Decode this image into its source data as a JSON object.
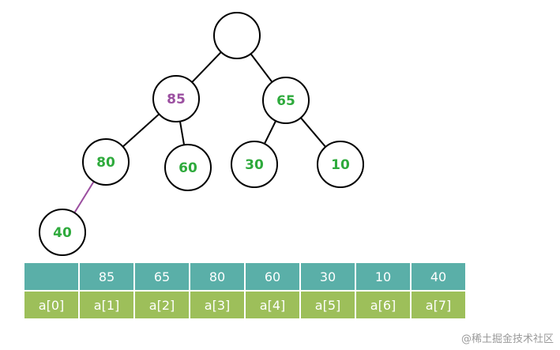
{
  "tree": {
    "edge_color": "#000000",
    "highlight_color": "#9b4fa0",
    "default_text_color": "#2eaa3c",
    "nodes": [
      {
        "id": "root",
        "value": "",
        "color": "#2eaa3c"
      },
      {
        "id": "n85",
        "value": "85",
        "color": "#9b4fa0"
      },
      {
        "id": "n65",
        "value": "65",
        "color": "#2eaa3c"
      },
      {
        "id": "n80",
        "value": "80",
        "color": "#2eaa3c"
      },
      {
        "id": "n60",
        "value": "60",
        "color": "#2eaa3c"
      },
      {
        "id": "n30",
        "value": "30",
        "color": "#2eaa3c"
      },
      {
        "id": "n10",
        "value": "10",
        "color": "#2eaa3c"
      },
      {
        "id": "n40",
        "value": "40",
        "color": "#2eaa3c"
      }
    ],
    "edges": [
      {
        "from": "root",
        "to": "n85",
        "highlight": false
      },
      {
        "from": "root",
        "to": "n65",
        "highlight": false
      },
      {
        "from": "n85",
        "to": "n80",
        "highlight": false
      },
      {
        "from": "n85",
        "to": "n60",
        "highlight": false
      },
      {
        "from": "n65",
        "to": "n30",
        "highlight": false
      },
      {
        "from": "n65",
        "to": "n10",
        "highlight": false
      },
      {
        "from": "n80",
        "to": "n40",
        "highlight": true
      }
    ]
  },
  "array": {
    "values": [
      "",
      "85",
      "65",
      "80",
      "60",
      "30",
      "10",
      "40"
    ],
    "indices": [
      "a[0]",
      "a[1]",
      "a[2]",
      "a[3]",
      "a[4]",
      "a[5]",
      "a[6]",
      "a[7]"
    ],
    "value_row_color": "#5aafa8",
    "index_row_color": "#9dbf5a"
  },
  "watermark": "@稀土掘金技术社区"
}
